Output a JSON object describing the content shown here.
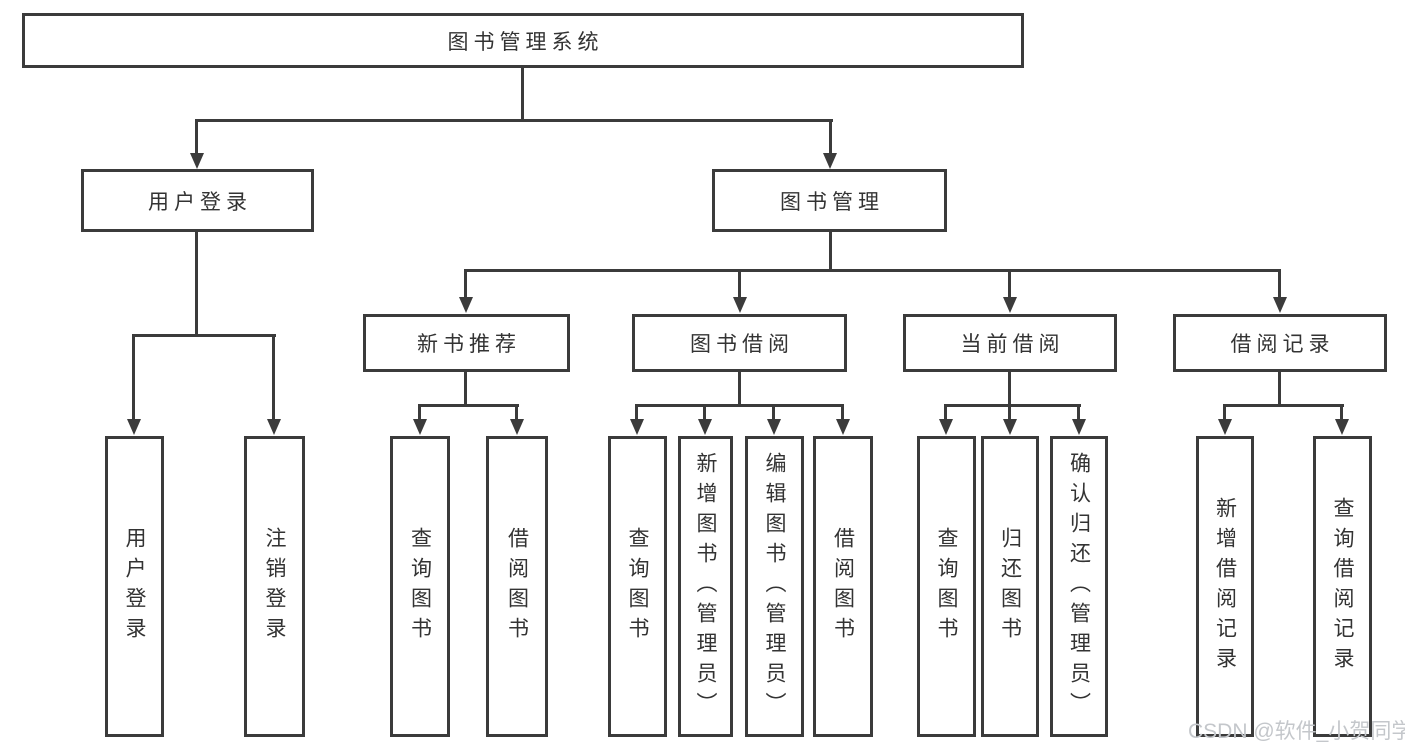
{
  "diagram_title": "图书管理系统",
  "nodes": {
    "root": "图书管理系统",
    "user_login": "用户登录",
    "book_mgmt": "图书管理",
    "new_book_rec": "新书推荐",
    "book_borrow": "图书借阅",
    "current_borrow": "当前借阅",
    "borrow_record": "借阅记录",
    "leaf_user_login": "用户登录",
    "leaf_logout": "注销登录",
    "leaf_query_book_rec": "查询图书",
    "leaf_borrow_book_rec": "借阅图书",
    "leaf_query_book_borrow": "查询图书",
    "leaf_add_book_admin": "新增图书（管理员）",
    "leaf_edit_book_admin": "编辑图书（管理员）",
    "leaf_borrow_book_borrow": "借阅图书",
    "leaf_query_book_current": "查询图书",
    "leaf_return_book": "归还图书",
    "leaf_confirm_return_admin": "确认归还（管理员）",
    "leaf_add_borrow_record": "新增借阅记录",
    "leaf_query_borrow_record": "查询借阅记录"
  },
  "watermark": "CSDN @软件_小贺同学",
  "colors": {
    "line": "#3b3b3b",
    "text": "#333333",
    "watermark": "#c4c7cb"
  }
}
